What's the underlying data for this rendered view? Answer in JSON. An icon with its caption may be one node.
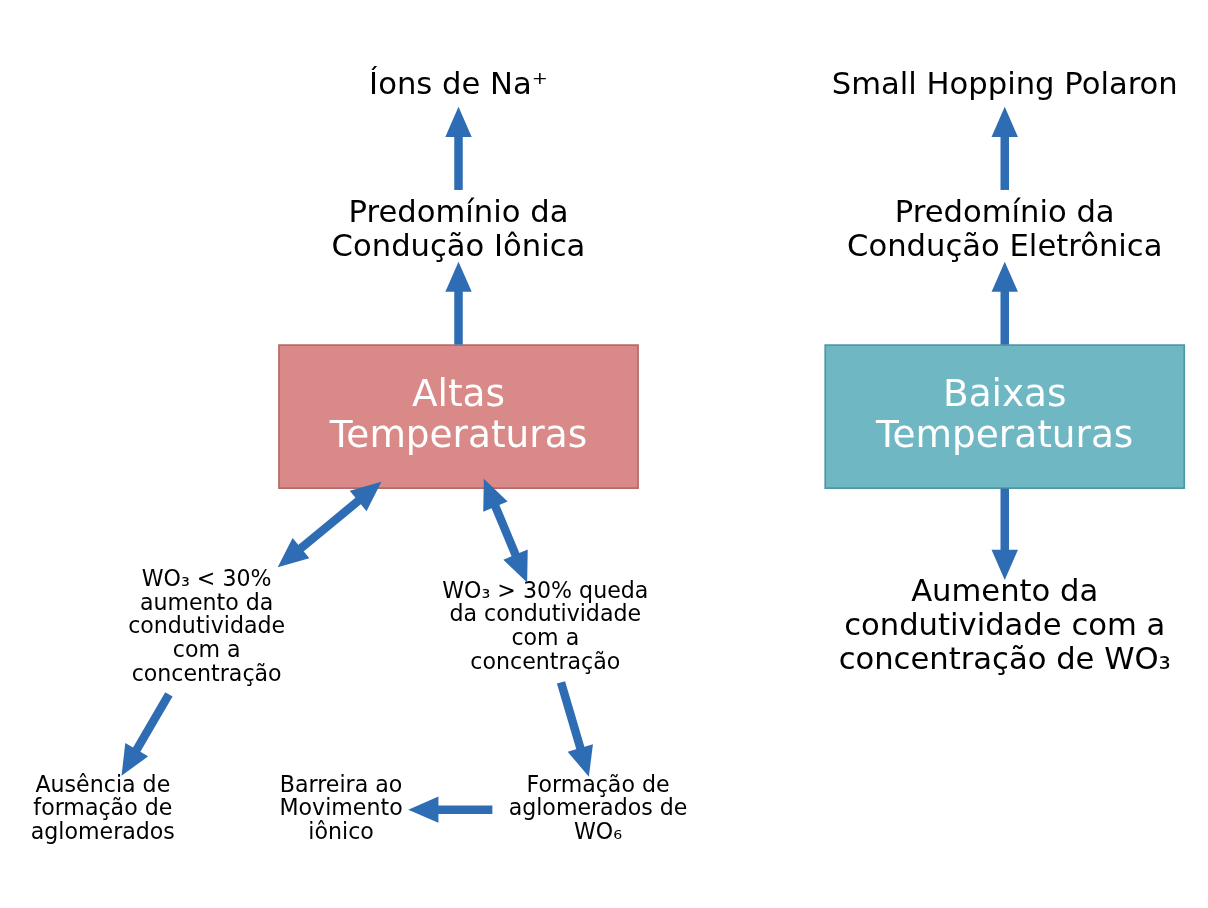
{
  "diagram": {
    "nodes": [
      {
        "text": [
          "Íons de Na⁺"
        ]
      },
      {
        "text": [
          "Predomínio da Condução Iônica"
        ]
      },
      {
        "text": [
          "Altas Temperaturas"
        ]
      },
      {
        "text": [
          "WO₃ < 30% aumento da condutividade com a concentração"
        ]
      },
      {
        "text": [
          "WO₃ > 30% queda da condutividade com a concentração"
        ]
      },
      {
        "text": [
          "Ausência de formação de aglomerados"
        ]
      },
      {
        "text": [
          "Barreira ao Movimento iônico"
        ]
      },
      {
        "text": [
          "Formação de aglomerados de WO₆"
        ]
      },
      {
        "text": [
          "Small Hopping Polaron"
        ]
      },
      {
        "text": [
          "Predomínio da Condução Eletrônica"
        ]
      },
      {
        "text": [
          "Baixas Temperaturas"
        ]
      },
      {
        "text": [
          "Aumento da condutividade com a concentração de WO₃"
        ]
      }
    ],
    "edges": [
      {
        "from": 1,
        "to": 0,
        "arrow": "to"
      },
      {
        "from": 2,
        "to": 1,
        "arrow": "to"
      },
      {
        "from": 3,
        "to": 2,
        "arrow": "both"
      },
      {
        "from": 4,
        "to": 2,
        "arrow": "both"
      },
      {
        "from": 3,
        "to": 5,
        "arrow": "to"
      },
      {
        "from": 4,
        "to": 7,
        "arrow": "to"
      },
      {
        "from": 7,
        "to": 6,
        "arrow": "to"
      },
      {
        "from": 9,
        "to": 8,
        "arrow": "to"
      },
      {
        "from": 10,
        "to": 9,
        "arrow": "to"
      },
      {
        "from": 10,
        "to": 11,
        "arrow": "to"
      }
    ]
  }
}
